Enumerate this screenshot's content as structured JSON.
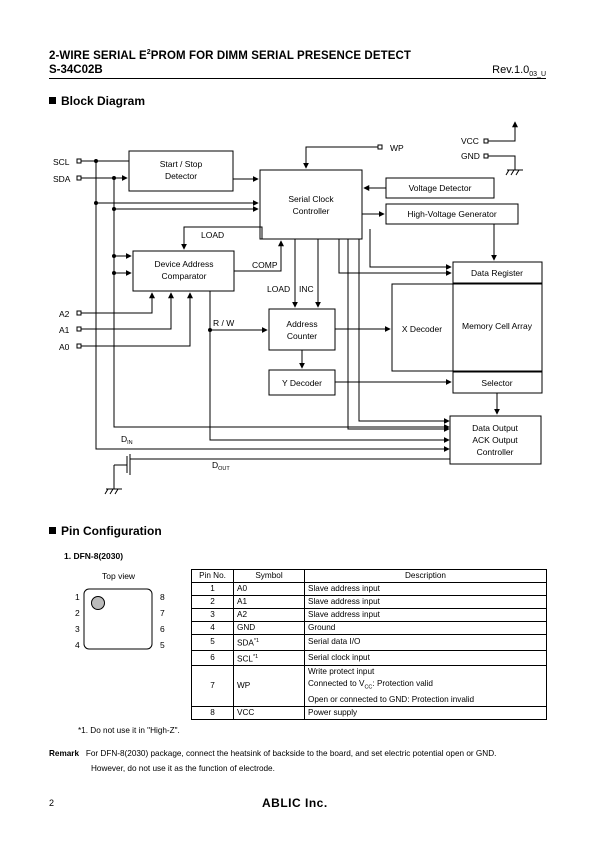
{
  "header": {
    "title_pre": "2-WIRE SERIAL E",
    "title_sup": "2",
    "title_post": "PROM FOR DIMM SERIAL PRESENCE DETECT",
    "part": "S-34C02B",
    "revision": "Rev.1.0",
    "revision_sub": "03_U"
  },
  "block_diagram": {
    "heading": "Block Diagram",
    "pins": {
      "scl": "SCL",
      "sda": "SDA",
      "a2": "A2",
      "a1": "A1",
      "a0": "A0",
      "wp": "WP",
      "vcc": "VCC",
      "gnd": "GND"
    },
    "blocks": {
      "start_stop_1": "Start / Stop",
      "start_stop_2": "Detector",
      "serial_clock_1": "Serial Clock",
      "serial_clock_2": "Controller",
      "voltage_detector": "Voltage Detector",
      "hv_generator": "High-Voltage Generator",
      "dev_addr_1": "Device Address",
      "dev_addr_2": "Comparator",
      "data_register": "Data Register",
      "x_decoder": "X Decoder",
      "memory_cell_array": "Memory Cell Array",
      "addr_counter_1": "Address",
      "addr_counter_2": "Counter",
      "y_decoder": "Y Decoder",
      "selector": "Selector",
      "data_output_1": "Data Output",
      "data_output_2": "ACK Output",
      "data_output_3": "Controller"
    },
    "signals": {
      "load_top": "LOAD",
      "comp": "COMP",
      "load": "LOAD",
      "inc": "INC",
      "rw": "R / W",
      "din": "D",
      "din_sub": "IN",
      "dout": "D",
      "dout_sub": "OUT"
    }
  },
  "pin_configuration": {
    "heading": "Pin Configuration",
    "subheading": "1.   DFN-8(2030)",
    "top_view": "Top view",
    "left_pins": [
      "1",
      "2",
      "3",
      "4"
    ],
    "right_pins": [
      "8",
      "7",
      "6",
      "5"
    ],
    "table_headers": {
      "pin": "Pin No.",
      "symbol": "Symbol",
      "description": "Description"
    },
    "rows": [
      {
        "pin": "1",
        "symbol": "A0",
        "sup": "",
        "desc": [
          "Slave address input"
        ]
      },
      {
        "pin": "2",
        "symbol": "A1",
        "sup": "",
        "desc": [
          "Slave address input"
        ]
      },
      {
        "pin": "3",
        "symbol": "A2",
        "sup": "",
        "desc": [
          "Slave address input"
        ]
      },
      {
        "pin": "4",
        "symbol": "GND",
        "sup": "",
        "desc": [
          "Ground"
        ]
      },
      {
        "pin": "5",
        "symbol": "SDA",
        "sup": "*1",
        "desc": [
          "Serial data I/O"
        ]
      },
      {
        "pin": "6",
        "symbol": "SCL",
        "sup": "*1",
        "desc": [
          "Serial clock input"
        ]
      },
      {
        "pin": "7",
        "symbol": "WP",
        "sup": "",
        "desc": [
          "Write protect input",
          "Connected to V_CC: Protection valid",
          "Open or connected to GND: Protection invalid"
        ]
      },
      {
        "pin": "8",
        "symbol": "VCC",
        "sup": "",
        "desc": [
          "Power supply"
        ]
      }
    ]
  },
  "footnote": "*1.    Do not use it in \"High-Z\".",
  "remark": {
    "label": "Remark",
    "line1": "For DFN-8(2030) package, connect the heatsink of backside to the board, and set electric potential open or GND.",
    "line2": "However, do not use it as the function of electrode."
  },
  "footer": {
    "page": "2",
    "brand": "ABLIC Inc."
  }
}
